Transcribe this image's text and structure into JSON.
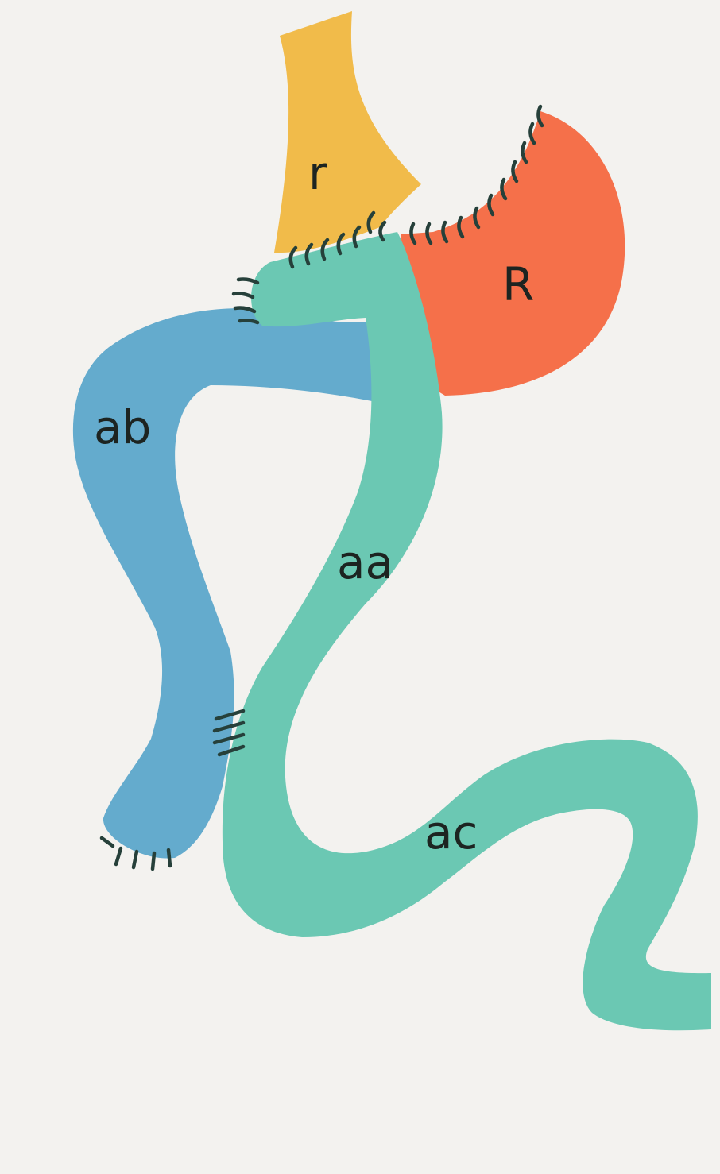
{
  "diagram": {
    "labels": {
      "r": "r",
      "R": "R",
      "ab": "ab",
      "aa": "aa",
      "ac": "ac"
    },
    "colors": {
      "background": "#f3f2ef",
      "r_segment": "#f1bb4a",
      "R_segment": "#f5704a",
      "aa_ac_limb": "#6bc8b3",
      "ab_limb": "#64abcd",
      "sutures": "#26403a",
      "label_text": "#1d2421"
    }
  }
}
